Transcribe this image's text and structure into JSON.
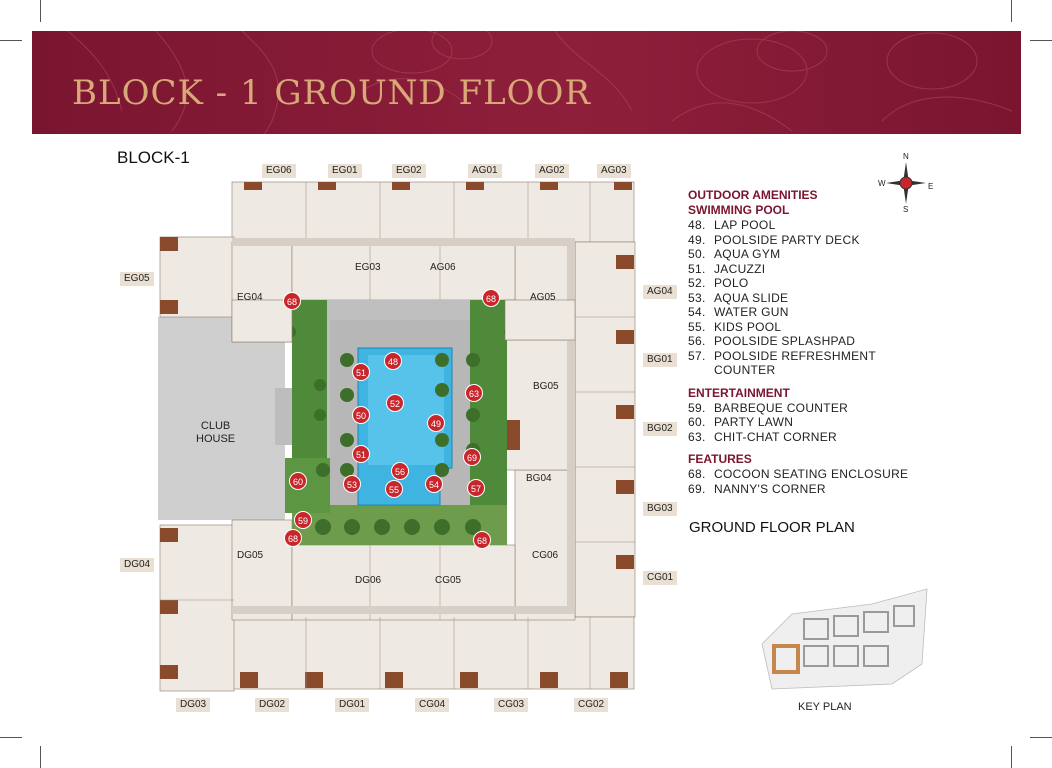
{
  "header": {
    "title": "BLOCK - 1 GROUND FLOOR"
  },
  "plan": {
    "block_label": "BLOCK-1",
    "club_house": [
      "CLUB",
      "HOUSE"
    ],
    "units_top": [
      "EG06",
      "EG01",
      "EG02",
      "AG01",
      "AG02",
      "AG03"
    ],
    "units_left": [
      "EG05",
      "DG04"
    ],
    "units_right": [
      "AG04",
      "BG01",
      "BG02",
      "BG03",
      "CG01"
    ],
    "units_bottom": [
      "DG03",
      "DG02",
      "DG01",
      "CG04",
      "CG03",
      "CG02"
    ],
    "units_inner": [
      "EG03",
      "AG06",
      "EG04",
      "AG05",
      "BG05",
      "BG04",
      "DG05",
      "CG06",
      "DG06",
      "CG05"
    ],
    "markers": [
      "68",
      "68",
      "48",
      "51",
      "63",
      "52",
      "50",
      "49",
      "51",
      "56",
      "69",
      "60",
      "53",
      "55",
      "54",
      "57",
      "59",
      "68",
      "68"
    ]
  },
  "legend": {
    "outdoor_heading": "OUTDOOR AMENITIES",
    "swimming_heading": "SWIMMING POOL",
    "swimming_items": [
      {
        "num": "48.",
        "label": "LAP POOL"
      },
      {
        "num": "49.",
        "label": "POOLSIDE PARTY DECK"
      },
      {
        "num": "50.",
        "label": "AQUA GYM"
      },
      {
        "num": "51.",
        "label": "JACUZZI"
      },
      {
        "num": "52.",
        "label": "POLO"
      },
      {
        "num": "53.",
        "label": "AQUA SLIDE"
      },
      {
        "num": "54.",
        "label": "WATER GUN"
      },
      {
        "num": "55.",
        "label": "KIDS POOL"
      },
      {
        "num": "56.",
        "label": "POOLSIDE SPLASHPAD"
      },
      {
        "num": "57.",
        "label": "POOLSIDE REFRESHMENT"
      }
    ],
    "swimming_item_cont": "COUNTER",
    "entertainment_heading": "ENTERTAINMENT",
    "entertainment_items": [
      {
        "num": "59.",
        "label": "BARBEQUE COUNTER"
      },
      {
        "num": "60.",
        "label": "PARTY LAWN"
      },
      {
        "num": "63.",
        "label": "CHIT-CHAT CORNER"
      }
    ],
    "features_heading": "FEATURES",
    "features_items": [
      {
        "num": "68.",
        "label": "COCOON SEATING ENCLOSURE"
      },
      {
        "num": "69.",
        "label": "NANNY'S CORNER"
      }
    ]
  },
  "ground_floor_plan_title": "GROUND FLOOR PLAN",
  "compass": {
    "n": "N",
    "s": "S",
    "e": "E",
    "w": "W"
  },
  "key_plan": {
    "label": "KEY PLAN"
  },
  "colors": {
    "banner": "#7a1530",
    "title_gold": "#d9a878",
    "marker_red": "#c8262b",
    "pool_blue": "#3fb4e0",
    "lawn_green": "#4f8a3a"
  }
}
